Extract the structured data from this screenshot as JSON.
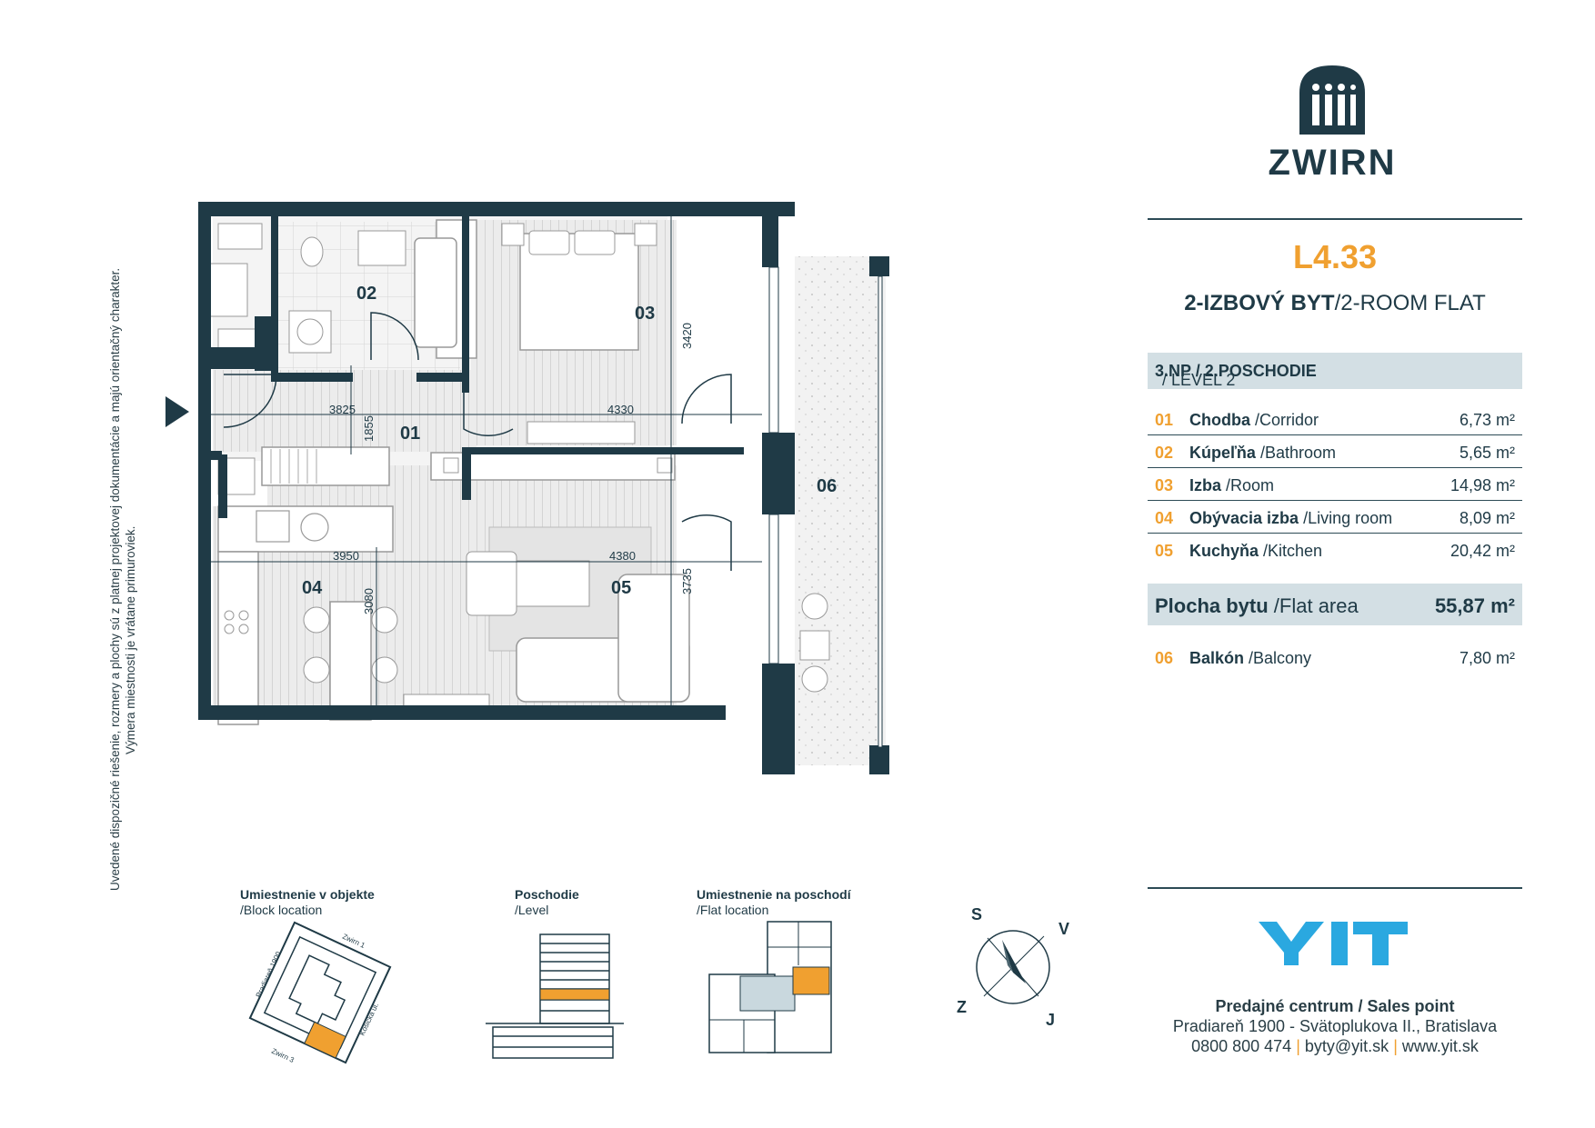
{
  "disclaimer": {
    "line1": "Uvedené dispozičné riešenie, rozmery a plochy sú z platnej projektovej dokumentácie a majú orientačný charakter.",
    "line2": "Výmera miestnosti je vrátane primuroviek."
  },
  "brand": {
    "logo_text": "ZWIRN",
    "accent_color": "#f0a030",
    "dark_color": "#1f3a46",
    "yit_color": "#2aa8e0"
  },
  "flat": {
    "code": "L4.33",
    "type_sk": "2-IZBOVÝ BYT",
    "type_en": "/2-ROOM FLAT",
    "level_sk": "3.NP / 2.POSCHODIE",
    "level_en": " / LEVEL 2"
  },
  "rooms": [
    {
      "num": "01",
      "name_sk": "Chodba",
      "name_en": " /Corridor",
      "area": "6,73 m²"
    },
    {
      "num": "02",
      "name_sk": "Kúpeľňa",
      "name_en": " /Bathroom",
      "area": "5,65 m²"
    },
    {
      "num": "03",
      "name_sk": "Izba",
      "name_en": " /Room",
      "area": "14,98 m²"
    },
    {
      "num": "04",
      "name_sk": "Obývacia izba",
      "name_en": " /Living room",
      "area": "8,09 m²"
    },
    {
      "num": "05",
      "name_sk": "Kuchyňa",
      "name_en": " /Kitchen",
      "area": "20,42 m²"
    }
  ],
  "flat_area": {
    "name_sk": "Plocha bytu",
    "name_en": " /Flat area",
    "value": "55,87 m²"
  },
  "balcony": {
    "num": "06",
    "name_sk": "Balkón",
    "name_en": " /Balcony",
    "area": "7,80 m²"
  },
  "plan": {
    "labels": {
      "r01": "01",
      "r02": "02",
      "r03": "03",
      "r04": "04",
      "r05": "05",
      "r06": "06"
    },
    "dims": {
      "d3825": "3825",
      "d4330": "4330",
      "d1855": "1855",
      "d3420": "3420",
      "d3950": "3950",
      "d4380": "4380",
      "d3080": "3080",
      "d3735": "3735"
    }
  },
  "maps": {
    "block": {
      "title": "Umiestnenie v objekte",
      "sub": "/Block location",
      "street1": "Zwirn 1",
      "street2": "Pradiareň 1900",
      "street3": "Košická ul.",
      "street4": "Zwirn 3"
    },
    "level": {
      "title": "Poschodie",
      "sub": "/Level"
    },
    "flat": {
      "title": "Umiestnenie na poschodí",
      "sub": "/Flat location"
    }
  },
  "compass": {
    "n": "S",
    "e": "V",
    "w": "Z",
    "s": "J"
  },
  "sales": {
    "title": "Predajné centrum / Sales point",
    "address": "Pradiareň 1900 - Svätoplukova II., Bratislava",
    "phone": "0800 800 474",
    "email": "byty@yit.sk",
    "web": "www.yit.sk",
    "separator": "|"
  }
}
